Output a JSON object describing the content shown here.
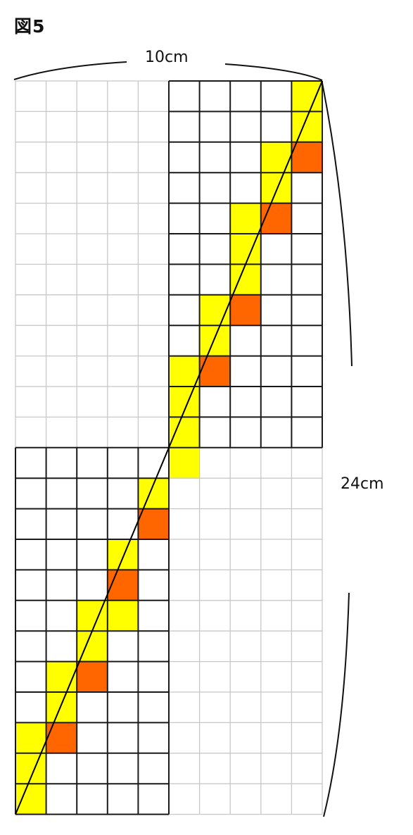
{
  "figure": {
    "title": "図5"
  },
  "dimensions": {
    "width_label": "10cm",
    "height_label": "24cm"
  },
  "grid": {
    "columns": 10,
    "rows": 24
  },
  "colors": {
    "faint_grid": "#c8c8c8",
    "bold_grid": "#1a1a1a",
    "yellow": "#ffff00",
    "orange": "#ff6600",
    "diagonal": "#000000"
  },
  "highlights": {
    "yellow": [
      [
        9,
        0
      ],
      [
        9,
        1
      ],
      [
        8,
        2
      ],
      [
        8,
        3
      ],
      [
        7,
        4
      ],
      [
        7,
        5
      ],
      [
        7,
        6
      ],
      [
        7,
        7
      ],
      [
        6,
        7
      ],
      [
        6,
        8
      ],
      [
        6,
        9
      ],
      [
        5,
        9
      ],
      [
        5,
        10
      ],
      [
        5,
        11
      ],
      [
        5,
        12
      ],
      [
        4,
        13
      ],
      [
        4,
        14
      ],
      [
        3,
        15
      ],
      [
        3,
        16
      ],
      [
        3,
        17
      ],
      [
        2,
        17
      ],
      [
        2,
        18
      ],
      [
        2,
        19
      ],
      [
        1,
        19
      ],
      [
        1,
        20
      ],
      [
        1,
        21
      ],
      [
        0,
        21
      ],
      [
        0,
        22
      ],
      [
        0,
        23
      ]
    ],
    "orange": [
      [
        9,
        2
      ],
      [
        8,
        4
      ],
      [
        7,
        7
      ],
      [
        6,
        9
      ],
      [
        4,
        14
      ],
      [
        3,
        16
      ],
      [
        2,
        19
      ],
      [
        1,
        21
      ]
    ]
  }
}
